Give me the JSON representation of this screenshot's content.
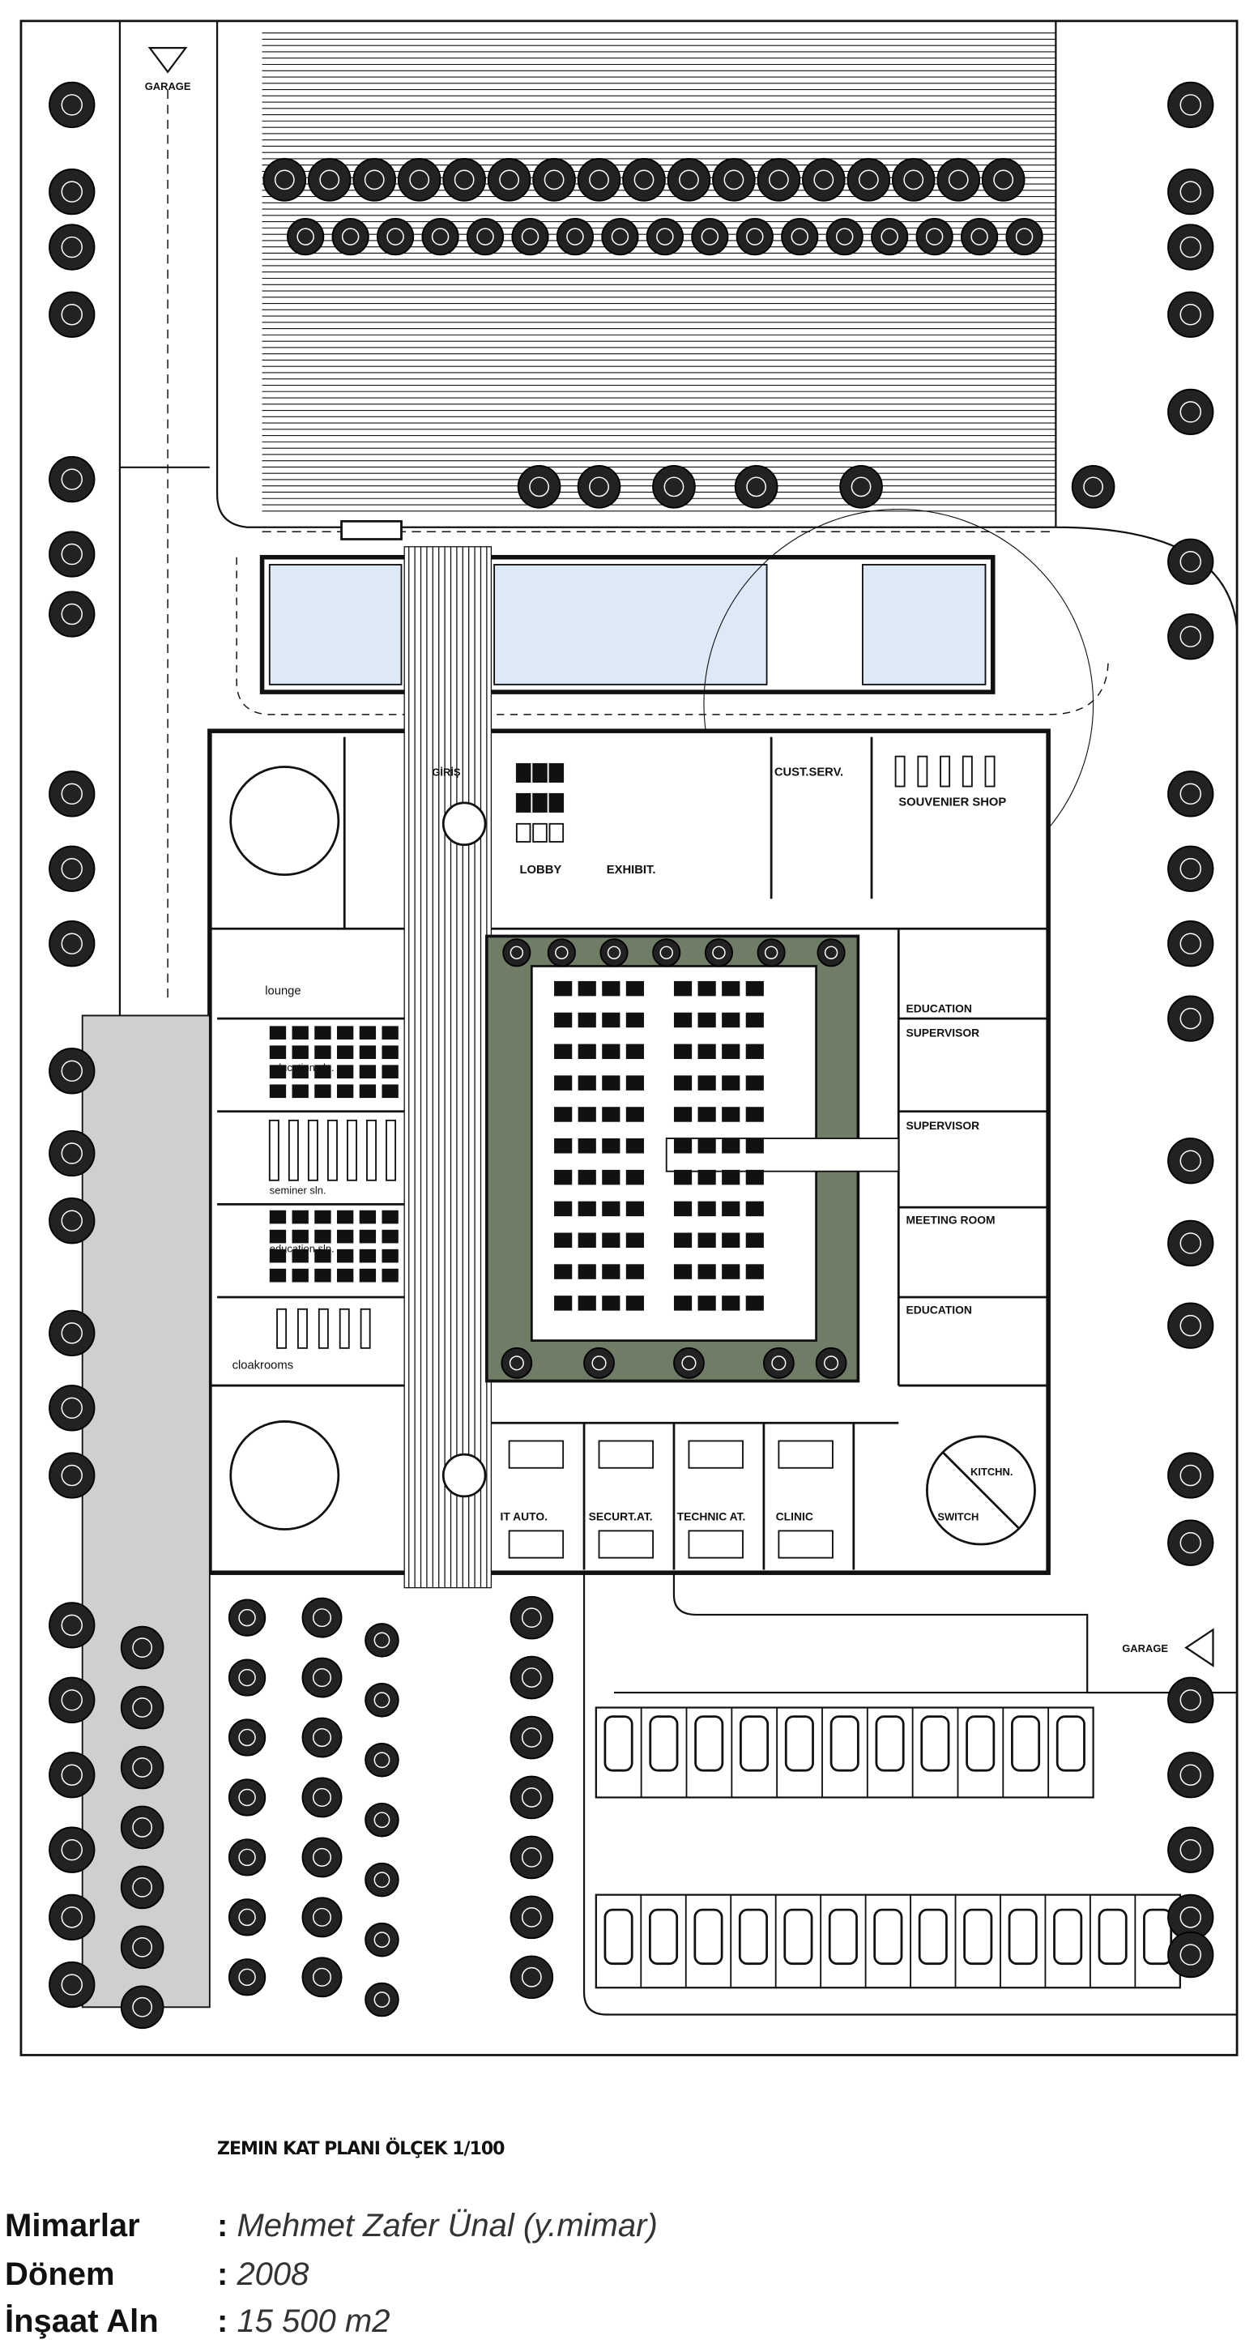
{
  "plan": {
    "garage_top": "GARAGE",
    "garage_right": "GARAGE",
    "entrance": "GİRİŞ",
    "rooms_top": {
      "lobby": "LOBBY",
      "exhibit": "EXHIBIT.",
      "cust_serv": "CUST.SERV.",
      "souvenir": "SOUVENIER SHOP"
    },
    "rooms_left": [
      "lounge",
      "education sln.",
      "seminer sln.",
      "education sln.",
      "cloakrooms"
    ],
    "rooms_right": [
      "EDUCATION",
      "SUPERVISOR",
      "SUPERVISOR",
      "MEETING ROOM",
      "EDUCATION"
    ],
    "rooms_bottom": [
      "IT AUTO.",
      "SECURT.AT.",
      "TECHNIC AT.",
      "CLINIC"
    ],
    "kitchen": "KITCHN.",
    "switch": "SWITCH",
    "colors": {
      "courtyard": "#6f7d67",
      "pool": "#dde9f7",
      "line": "#111111"
    }
  },
  "caption": {
    "title": "ZEMIN KAT PLANI ÖLÇEK 1/100",
    "rows": [
      {
        "key": "Mimarlar",
        "value": "Mehmet Zafer Ünal (y.mimar)"
      },
      {
        "key": "Dönem",
        "value": "2008"
      },
      {
        "key": "İnşaat Aln",
        "value": "15 500 m2"
      }
    ]
  }
}
